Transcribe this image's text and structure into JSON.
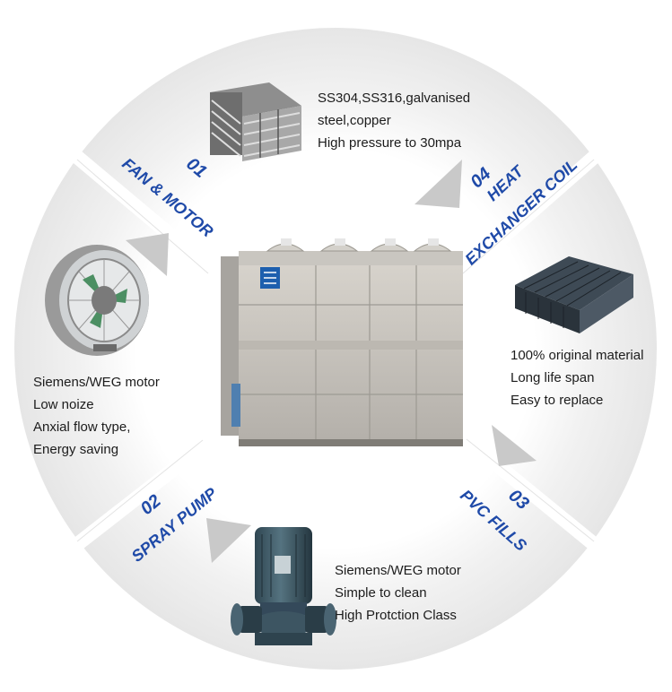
{
  "segments": [
    {
      "number": "01",
      "title": "FAN & MOTOR",
      "features": [
        "Siemens/WEG motor",
        "Low noize",
        "Anxial flow type,",
        "Energy saving"
      ]
    },
    {
      "number": "02",
      "title": "SPRAY PUMP",
      "features": [
        "Siemens/WEG motor",
        "Simple to clean",
        "High Protction Class"
      ]
    },
    {
      "number": "03",
      "title": "PVC FILLS",
      "features": [
        "100% original material",
        "Long life span",
        "Easy to replace"
      ]
    },
    {
      "number": "04",
      "title_line1": "HEAT",
      "title_line2": "EXCHANGER COIL",
      "features": [
        "SS304,SS316,galvanised",
        "steel,copper",
        "High pressure to 30mpa"
      ]
    }
  ],
  "colors": {
    "label_blue": "#1f4aa8",
    "ring_gray": "#ededed",
    "arrow_gray": "#cfcfcf"
  },
  "icons": [
    "heat-exchanger-coil-image",
    "axial-fan-image",
    "centrifugal-pump-image",
    "pvc-fill-image",
    "cooling-tower-image",
    "logo-badge-icon"
  ]
}
